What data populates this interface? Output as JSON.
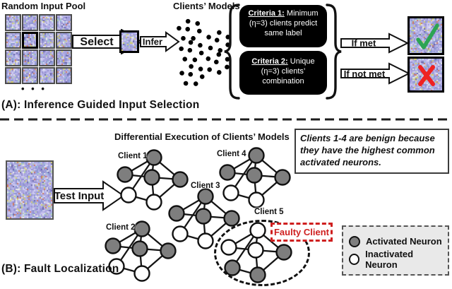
{
  "panel_a": {
    "pool_title": "Random Input Pool",
    "ellipsis": "• • •",
    "select_label": "Select",
    "infer_label": "Infer",
    "models_title": "Clients’ Models",
    "criteria": [
      {
        "head": "Criteria 1:",
        "body": " Minimum (η=3) clients predict same label"
      },
      {
        "head": "Criteria 2:",
        "body": " Unique (η=3) clients’ combination"
      }
    ],
    "if_met_label": "If met",
    "if_not_met_label": "If not met",
    "caption": "(A): Inference Guided Input Selection"
  },
  "panel_b": {
    "heading": "Differential Execution of Clients’ Models",
    "note": "Clients 1-4 are benign because they have the highest common activated neurons.",
    "test_input_label": "Test Input",
    "faulty_label": "Faulty Client",
    "caption": "(B): Fault Localization",
    "clients": [
      {
        "name": "Client 1",
        "activated": [
          true,
          true,
          true,
          true,
          false,
          false
        ]
      },
      {
        "name": "Client 2",
        "activated": [
          true,
          true,
          true,
          true,
          false,
          false
        ]
      },
      {
        "name": "Client 3",
        "activated": [
          true,
          true,
          true,
          true,
          false,
          false
        ]
      },
      {
        "name": "Client 4",
        "activated": [
          true,
          true,
          true,
          true,
          false,
          false
        ]
      },
      {
        "name": "Client 5",
        "activated": [
          false,
          false,
          false,
          true,
          true,
          true
        ],
        "faulty": true
      }
    ],
    "legend": [
      {
        "label": "Activated Neuron",
        "type": "activated"
      },
      {
        "label": "Inactivated Neuron",
        "type": "inactivated"
      }
    ]
  },
  "colors": {
    "activated_fill": "#7e7e7e",
    "inactivated_fill": "#ffffff",
    "check_green": "#2da453",
    "cross_red": "#ee2222",
    "faulty_red": "#cf1f1f"
  }
}
